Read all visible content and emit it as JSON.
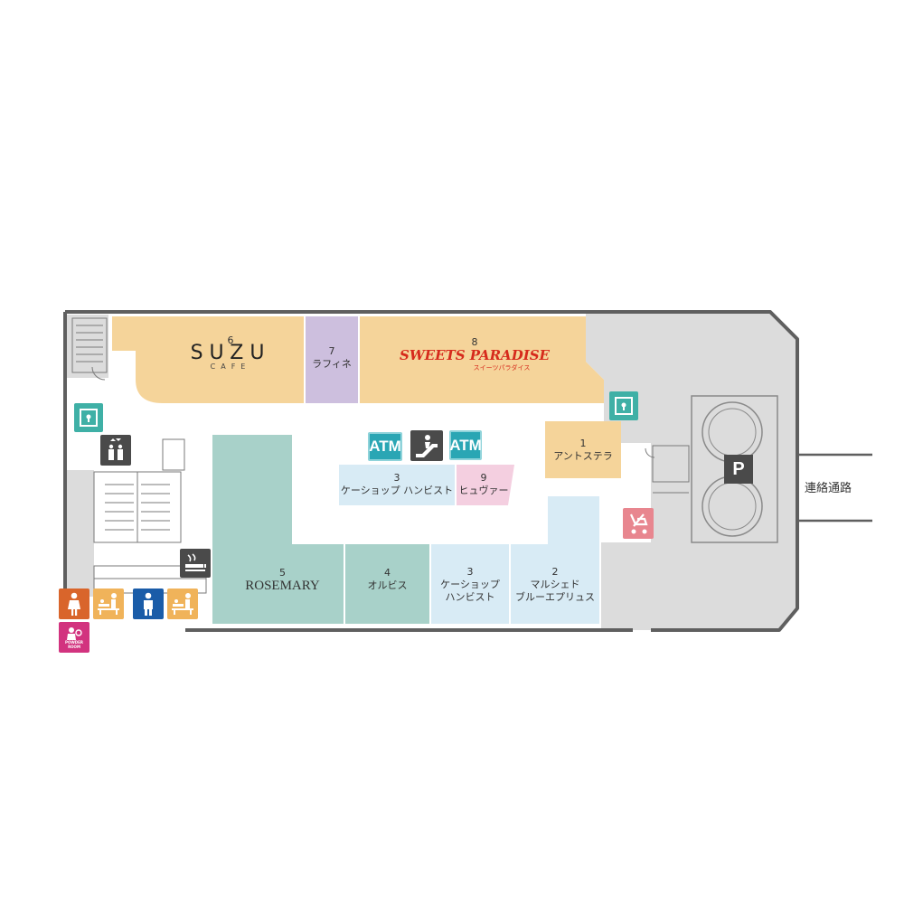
{
  "shops": {
    "suzu": {
      "number": "6",
      "logo_main": "SUZU",
      "logo_sub": "CAFE"
    },
    "raffine": {
      "number": "7",
      "name": "ラフィネ"
    },
    "sweets": {
      "number": "8",
      "logo": "SWEETS PARADISE",
      "logo_sub": "スイーツパラダイス"
    },
    "antstella": {
      "number": "1",
      "name": "アントステラ"
    },
    "kshop_center": {
      "number": "3",
      "name": "ケーショップ ハンビスト"
    },
    "huvar": {
      "number": "9",
      "name": "ヒュヴァー"
    },
    "rosemary": {
      "number": "5",
      "logo": "ROSEMARY"
    },
    "orbis": {
      "number": "4",
      "name": "オルビス"
    },
    "kshop_south": {
      "number": "3",
      "name_line1": "ケーショップ",
      "name_line2": "ハンビスト"
    },
    "marche": {
      "number": "2",
      "name_line1": "マルシェド",
      "name_line2": "ブルーエプリュス"
    }
  },
  "facilities": {
    "atm_label": "ATM",
    "parking_label": "P",
    "powder_room_label": "POWDER ROOM"
  },
  "labels": {
    "corridor": "連絡通路"
  },
  "colors": {
    "restaurant": "#f5d49a",
    "raffine": "#cdbfde",
    "service_blue": "#d8ebf5",
    "rosemary": "#a8d1c9",
    "huvar": "#f4cfe0",
    "gray_area": "#dcdcdc",
    "wall": "#5f5f5f"
  },
  "icons": [
    "elevator-icon",
    "escalator-icon",
    "atm-icon",
    "locker-icon",
    "smoking-icon",
    "restroom-women-icon",
    "restroom-men-icon",
    "baby-care-icon",
    "stroller-icon",
    "powder-room-icon",
    "parking-icon",
    "stairs-icon"
  ]
}
